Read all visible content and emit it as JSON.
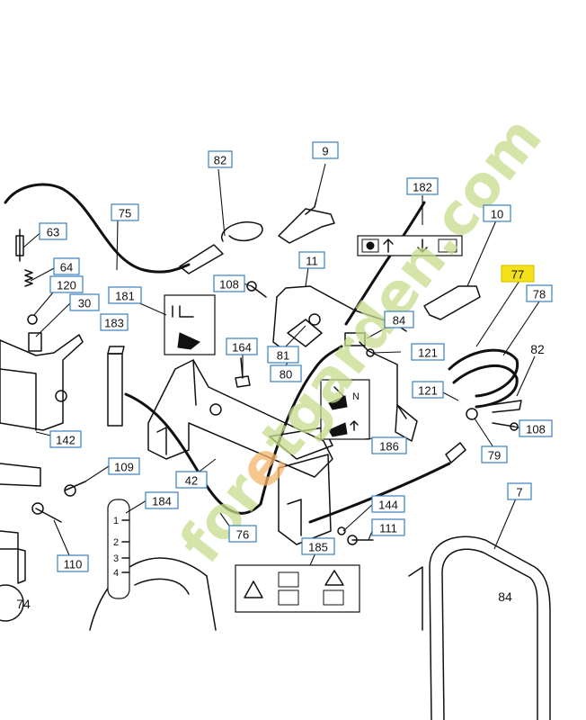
{
  "callouts": [
    {
      "id": "9"
    },
    {
      "id": "82"
    },
    {
      "id": "182"
    },
    {
      "id": "10"
    },
    {
      "id": "75"
    },
    {
      "id": "63"
    },
    {
      "id": "11"
    },
    {
      "id": "64"
    },
    {
      "id": "120"
    },
    {
      "id": "30"
    },
    {
      "id": "181"
    },
    {
      "id": "108"
    },
    {
      "id": "77",
      "highlighted": true
    },
    {
      "id": "78"
    },
    {
      "id": "183"
    },
    {
      "id": "84"
    },
    {
      "id": "81"
    },
    {
      "id": "121"
    },
    {
      "id": "164"
    },
    {
      "id": "80"
    },
    {
      "id": "121"
    },
    {
      "id": "108"
    },
    {
      "id": "186"
    },
    {
      "id": "142"
    },
    {
      "id": "79"
    },
    {
      "id": "109"
    },
    {
      "id": "42"
    },
    {
      "id": "184"
    },
    {
      "id": "7"
    },
    {
      "id": "144"
    },
    {
      "id": "76"
    },
    {
      "id": "111"
    },
    {
      "id": "110"
    },
    {
      "id": "185"
    }
  ],
  "plain_labels": [
    "82",
    "74",
    "84"
  ],
  "decal_labels": {
    "lever_n": "N",
    "scale_ticks": [
      "1",
      "2",
      "3",
      "4"
    ]
  },
  "watermark": {
    "text_green_1": "for",
    "text_orange": "e",
    "text_green_2": "tgarden.com",
    "color_green": "#c8dd8e",
    "color_orange": "#f4b66a"
  },
  "colors": {
    "callout_border": "#3a7fbf",
    "highlight": "#f4e11c",
    "ink": "#111111"
  }
}
